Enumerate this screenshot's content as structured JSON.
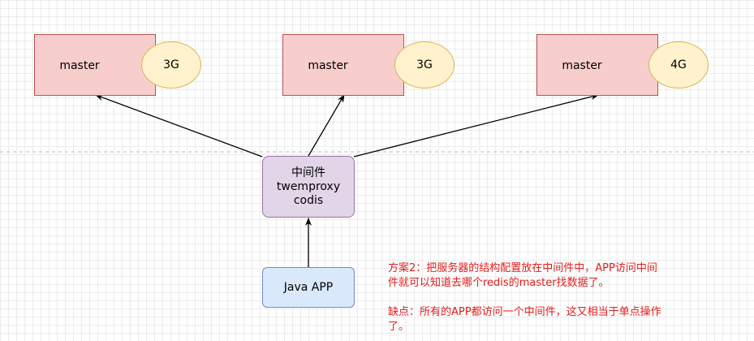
{
  "masters": [
    {
      "label": "master",
      "memory": "3G"
    },
    {
      "label": "master",
      "memory": "3G"
    },
    {
      "label": "master",
      "memory": "4G"
    }
  ],
  "middleware": {
    "line1": "中间件",
    "line2": "twemproxy",
    "line3": "codis"
  },
  "client": {
    "label": "Java APP"
  },
  "notes": {
    "scheme_line1": "方案2：把服务器的结构配置放在中间件中，APP访问中间",
    "scheme_line2": "件就可以知道去哪个redis的master找数据了。",
    "drawback_line1": "缺点：所有的APP都访问一个中间件，这又相当于单点操作",
    "drawback_line2": "了。"
  },
  "colors": {
    "master_fill": "#f8cecc",
    "master_stroke": "#b85450",
    "memory_fill": "#fff2cc",
    "memory_stroke": "#d6b656",
    "middleware_fill": "#e1d5e7",
    "middleware_stroke": "#9673a6",
    "client_fill": "#dae8fc",
    "client_stroke": "#6c8ebf",
    "note_text": "#e31c1c"
  }
}
